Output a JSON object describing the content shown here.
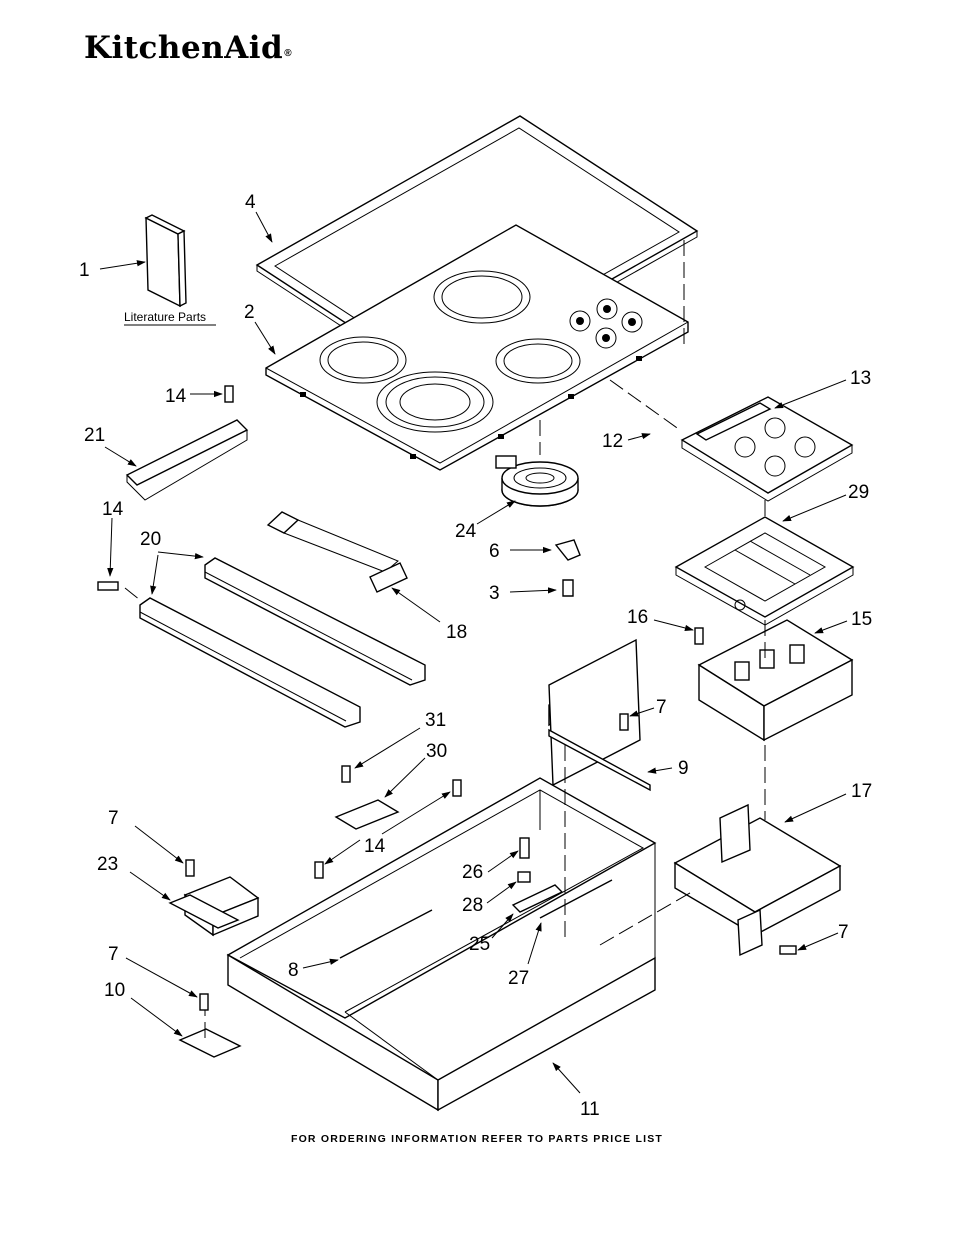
{
  "brand": {
    "name": "KitchenAid",
    "mark": "®"
  },
  "literature_label": "Literature Parts",
  "callouts": [
    "1",
    "2",
    "3",
    "4",
    "6",
    "7",
    "7",
    "7",
    "7",
    "7",
    "8",
    "9",
    "10",
    "11",
    "12",
    "13",
    "14",
    "14",
    "14",
    "15",
    "16",
    "17",
    "18",
    "20",
    "21",
    "23",
    "24",
    "25",
    "26",
    "27",
    "28",
    "29",
    "30",
    "31"
  ],
  "footer": "FOR ORDERING INFORMATION REFER TO PARTS PRICE LIST"
}
